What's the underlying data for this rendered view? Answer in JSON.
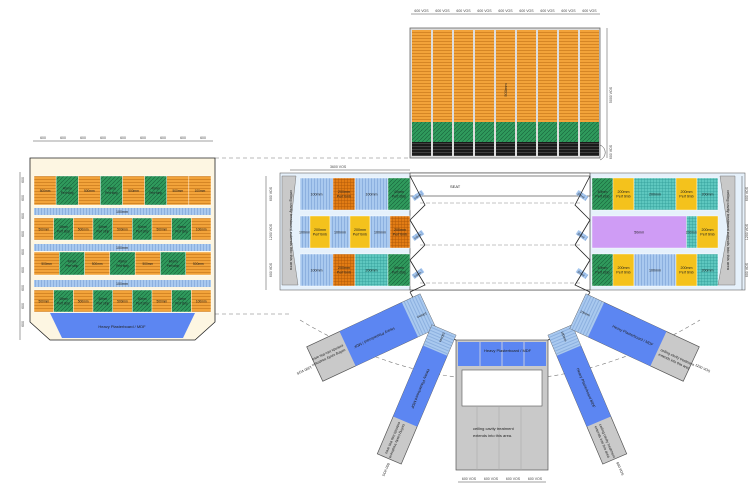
{
  "colors": {
    "orange": "#f2a33a",
    "green": "#2f9a5c",
    "blue_strip": "#a9c9ef",
    "yellow": "#f4c21c",
    "orange_check": "#e27c14",
    "teal": "#5ec7bf",
    "purple": "#cf9cf5",
    "plaster": "#5c86f2",
    "gray": "#c9c9c9",
    "cream": "#fdf6e2",
    "black": "#1a1a1a"
  },
  "top_panel": {
    "dims": [
      "600 VOS",
      "600 VOS",
      "600 VOS",
      "600 VOS",
      "600 VOS",
      "600 VOS",
      "600 VOS",
      "600 VOS",
      "600 VOS"
    ],
    "main_label": "500mm",
    "side_dim": "5000 VOS",
    "small_dim": "600 VOS"
  },
  "left_panel": {
    "dims": [
      "600",
      "600",
      "600",
      "600",
      "600",
      "600",
      "600",
      "600",
      "600"
    ],
    "side_dims": [
      "600",
      "600",
      "600",
      "600",
      "600",
      "600",
      "600",
      "600",
      "600"
    ],
    "rows": [
      [
        [
          "o",
          "500mm"
        ],
        [
          "g",
          "40mm Perf strip"
        ],
        [
          "o",
          "500mm"
        ],
        [
          "g",
          "40mm Perf strip"
        ],
        [
          "o",
          "500mm"
        ],
        [
          "g",
          "40mm Perf strip"
        ],
        [
          "o",
          "500mm"
        ],
        [
          "o",
          "100mm"
        ]
      ],
      [
        [
          "o",
          "500mm"
        ],
        [
          "g",
          "40mm Perf strip"
        ],
        [
          "o",
          "500mm"
        ],
        [
          "g",
          "40mm Perf strip"
        ],
        [
          "o",
          "500mm"
        ],
        [
          "g",
          "40mm Perf strip"
        ],
        [
          "o",
          "500mm"
        ],
        [
          "g",
          "40mm Perf strip"
        ],
        [
          "o",
          "100mm"
        ]
      ],
      [
        [
          "o",
          "500mm"
        ],
        [
          "g",
          "40mm Perf strip"
        ],
        [
          "o",
          "500mm"
        ],
        [
          "g",
          "40mm Perf strip"
        ],
        [
          "o",
          "500mm"
        ],
        [
          "g",
          "40mm Perf strip"
        ],
        [
          "o",
          "500mm"
        ]
      ],
      [
        [
          "o",
          "500mm"
        ],
        [
          "g",
          "40mm Perf strip"
        ],
        [
          "o",
          "500mm"
        ],
        [
          "g",
          "40mm Perf strip"
        ],
        [
          "o",
          "500mm"
        ],
        [
          "g",
          "40mm Perf strip"
        ],
        [
          "o",
          "500mm"
        ],
        [
          "g",
          "40mm Perf strip"
        ],
        [
          "o",
          "100mm"
        ]
      ]
    ],
    "strip_label": "100mm",
    "bottom_label": "Heavy Plasterboard / MDF"
  },
  "center": {
    "top_dim": "3600 VOS",
    "seat_label": "SEAT",
    "side_dims": [
      "600 VOS",
      "1200 VOS",
      "600 VOS"
    ],
    "right_side_dims": [
      "600 VOS",
      "1200 VOS",
      "600 VOS"
    ],
    "gray_text": "ceiling cavity treatment extends into this area",
    "left_rows": [
      [
        [
          "b",
          "100mm",
          3
        ],
        [
          "c",
          "200mm Perf timb",
          2
        ],
        [
          "b",
          "100mm",
          3
        ],
        [
          "g",
          "40mm Perf strip",
          2
        ]
      ],
      [
        [
          "b",
          "100mm",
          1
        ],
        [
          "y",
          "200mm Perf timb",
          2
        ],
        [
          "b",
          "100mm",
          2
        ],
        [
          "y",
          "200mm Perf timb",
          2
        ],
        [
          "b",
          "100mm",
          2
        ],
        [
          "c",
          "200mm Perf timb",
          2
        ]
      ],
      [
        [
          "b",
          "100mm",
          3
        ],
        [
          "c",
          "200mm Perf timb",
          2
        ],
        [
          "t",
          "200mm",
          3
        ],
        [
          "g",
          "40mm Perf strip",
          2
        ]
      ]
    ],
    "right_rows": [
      [
        [
          "g",
          "40mm Perf strip",
          2
        ],
        [
          "y",
          "200mm Perf timb",
          2
        ],
        [
          "t",
          "200mm",
          4
        ],
        [
          "y",
          "200mm Perf timb",
          2
        ],
        [
          "t",
          "200mm",
          2
        ]
      ],
      [
        [
          "p",
          "50mm",
          9
        ],
        [
          "t",
          "200mm",
          1
        ],
        [
          "y",
          "200mm Perf timb",
          2
        ]
      ],
      [
        [
          "g",
          "40mm Perf strip",
          2
        ],
        [
          "y",
          "200mm Perf timb",
          2
        ],
        [
          "b",
          "100mm",
          4
        ],
        [
          "y",
          "200mm Perf timb",
          2
        ],
        [
          "t",
          "200mm",
          2
        ]
      ]
    ],
    "joint_label": "100mm"
  },
  "bottom_center": {
    "top_label": "Heavy Plasterboard / MDF",
    "gray_text_line1": "ceiling cavity treatment",
    "gray_text_line2": "extends into this area.",
    "dims": [
      "600 VOS",
      "600 VOS",
      "600 VOS",
      "600 VOS"
    ]
  },
  "wings": [
    {
      "plaster": "Heavy Plasterboard / MDF",
      "strip": "100mm",
      "gray": "ceiling cavity treatment extends into this area",
      "dim": "1200 VOS"
    },
    {
      "plaster": "Heavy Plasterboard MDF",
      "strip": "100mm",
      "gray": "ceiling cavity treatment extends into this area",
      "dim": "600 VOS"
    },
    {
      "plaster": "Heavy Plasterboard MDF",
      "strip": "100mm",
      "gray": "ceiling cavity treatment extends into this area",
      "dim": "600 VOS"
    },
    {
      "plaster": "Heavy Plasterboard / MDF",
      "strip": "100mm",
      "gray": "ceiling cavity treatment extends into this area",
      "dim": "1200 VOS"
    }
  ]
}
